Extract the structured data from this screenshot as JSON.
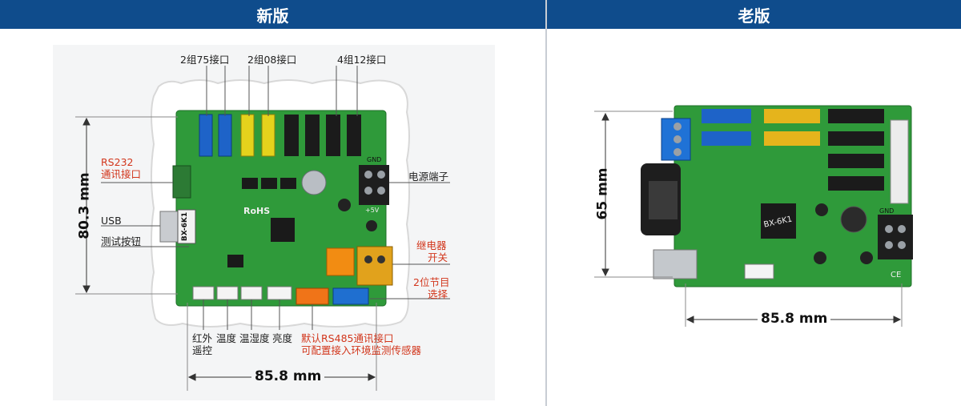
{
  "header": {
    "new_title": "新版",
    "old_title": "老版"
  },
  "new_board": {
    "top_labels": [
      "2组75接口",
      "2组08接口",
      "4组12接口"
    ],
    "rs232": [
      "RS232",
      "通讯接口"
    ],
    "usb": "USB",
    "test_button": "测试按钮",
    "power_terminal": "电源端子",
    "relay": [
      "继电器",
      "开关"
    ],
    "program_select": [
      "2位节目",
      "选择"
    ],
    "bottom_labels": {
      "ir": [
        "红外",
        "遥控"
      ],
      "temp": "温度",
      "temp_humidity": "温湿度",
      "brightness": "亮度"
    },
    "rs485": [
      "默认RS485通讯接口",
      "可配置接入环境监测传感器"
    ],
    "silk": {
      "rohs": "RoHS",
      "model": "BX-6K1",
      "gnd": "GND",
      "plus5v": "+5V"
    },
    "dim_height": "80.3 mm",
    "dim_width": "85.8 mm"
  },
  "old_board": {
    "silk": {
      "model": "BX-6K1",
      "gnd": "GND",
      "ce": "CE"
    },
    "dim_height": "65 mm",
    "dim_width": "85.8 mm"
  },
  "colors": {
    "header": "#0f4c8c",
    "pcb": "#2f9a3a",
    "label_red": "#d2361c"
  }
}
